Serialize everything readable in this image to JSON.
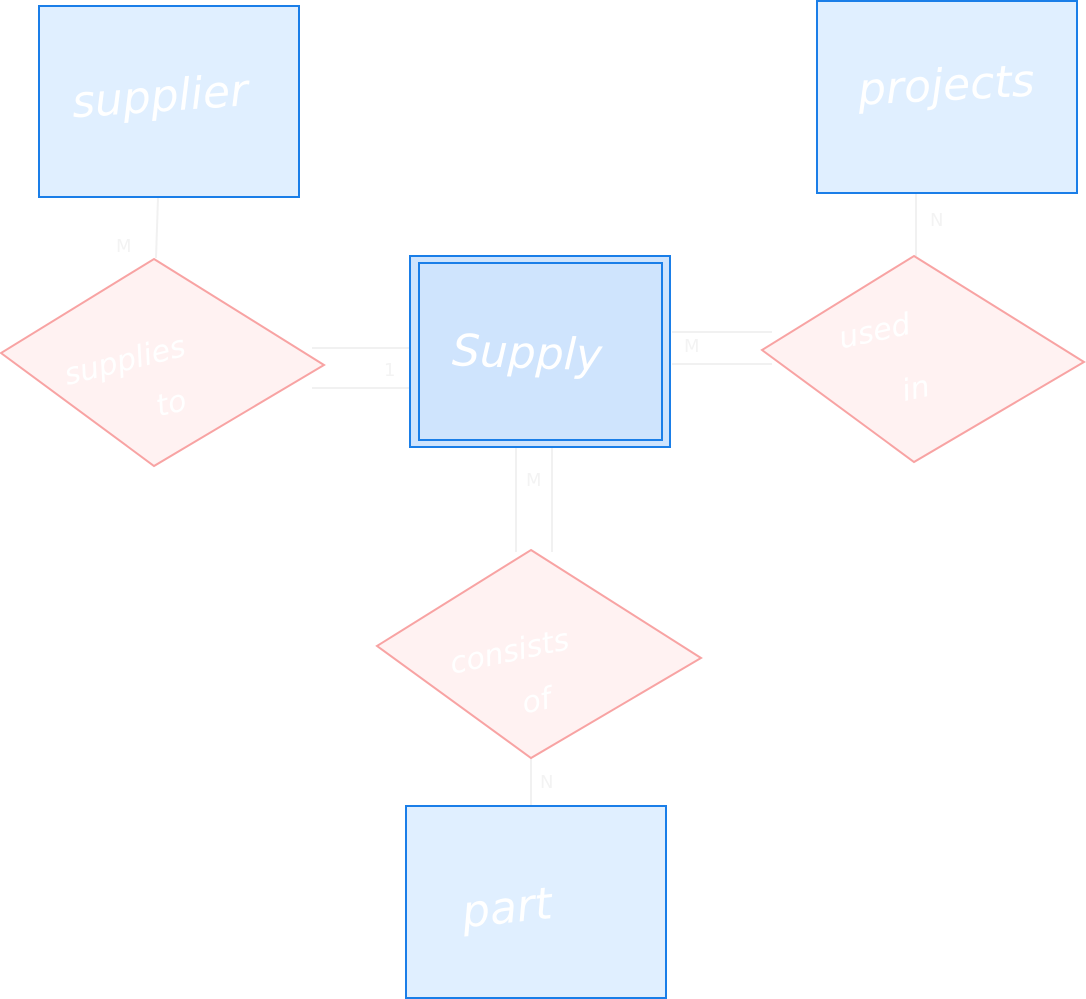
{
  "colors": {
    "entity_fill": "#e0efff",
    "entity_stroke": "#1a7ee8",
    "weak_entity_fill": "#cfe4fd",
    "relation_fill": "#fff2f2",
    "relation_stroke": "#f8a3a3",
    "connector": "#f1f1f1",
    "label": "#ffffff"
  },
  "entities": {
    "supplier": "supplier",
    "projects": "projects",
    "supply": "Supply",
    "part": "part"
  },
  "relationships": {
    "supplies_to": [
      "supplies",
      "to"
    ],
    "used_in": [
      "used",
      "in"
    ],
    "consists_of": [
      "consists",
      "of"
    ]
  },
  "cardinalities": {
    "supplier_to_supplies": "M",
    "supplies_to_supply": "1",
    "projects_to_used_in": "N",
    "used_in_to_supply": "M",
    "supply_to_consists": "M",
    "consists_to_part": "N"
  }
}
